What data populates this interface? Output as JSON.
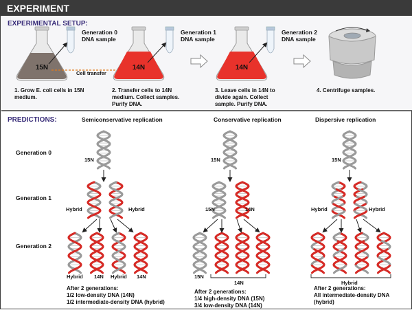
{
  "header": {
    "title": "EXPERIMENT"
  },
  "setup": {
    "heading": "EXPERIMENTAL SETUP:",
    "flask1_label": "15N",
    "flask2_label": "14N",
    "flask3_label": "14N",
    "tube1_label_l1": "Generation 0",
    "tube1_label_l2": "DNA sample",
    "tube2_label_l1": "Generation 1",
    "tube2_label_l2": "DNA sample",
    "tube3_label_l1": "Generation 2",
    "tube3_label_l2": "DNA sample",
    "transfer_label": "Cell transfer",
    "step1_l1": "1. Grow E. coli cells in 15N",
    "step1_l2": "medium.",
    "step2_l1": "2. Transfer cells to 14N",
    "step2_l2": "medium. Collect samples.",
    "step2_l3": "Purify DNA.",
    "step3_l1": "3. Leave cells in 14N to",
    "step3_l2": "divide again. Collect",
    "step3_l3": "sample. Purify DNA.",
    "step4_l1": "4. Centrifuge samples.",
    "colors": {
      "flask_15n": "#7f736c",
      "flask_14n": "#e8322b",
      "accent": "#3a2e7a",
      "dna_old": "#9a9a9a",
      "dna_new": "#d62b26"
    }
  },
  "predictions": {
    "heading": "PREDICTIONS:",
    "gen0": "Generation 0",
    "gen1": "Generation 1",
    "gen2": "Generation 2",
    "semi": {
      "title": "Semiconservative replication",
      "n15": "15N",
      "hybrid": "Hybrid",
      "g2_hybrid": "Hybrid",
      "g2_14n": "14N",
      "summary_l1": "After 2 generations:",
      "summary_l2": "1/2 low-density DNA (14N)",
      "summary_l3": "1/2 intermediate-density DNA (hybrid)"
    },
    "cons": {
      "title": "Conservative replication",
      "n15": "15N",
      "n14": "14N",
      "summary_l1": "After 2 generations:",
      "summary_l2": "1/4 high-density DNA (15N)",
      "summary_l3": "3/4 low-density DNA (14N)"
    },
    "disp": {
      "title": "Dispersive replication",
      "n15": "15N",
      "hybrid": "Hybrid",
      "summary_l1": "After 2 generations:",
      "summary_l2": "All intermediate-density DNA",
      "summary_l3": "(hybrid)"
    }
  }
}
